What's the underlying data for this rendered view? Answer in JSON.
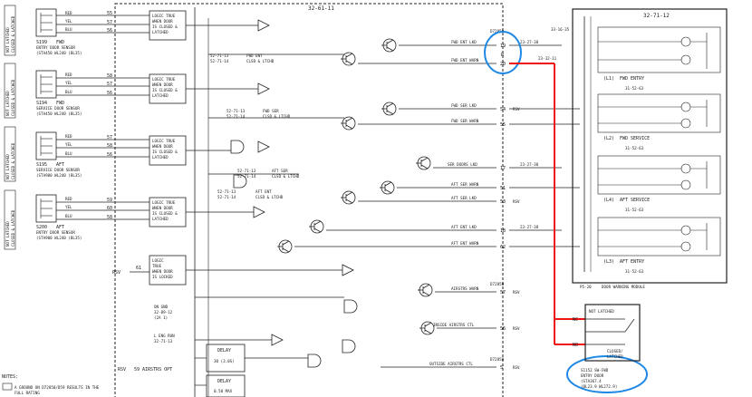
{
  "diagram": {
    "main_panel_ref": "32-61-11",
    "module_ref": "32-71-12",
    "module_title": "DOOR WARNING MODULE",
    "module_conn": "P5-20",
    "ref_33_16_35": "33-16-35",
    "sensor_states": [
      "NOT LATCHED",
      "CLOSED & LATCHED"
    ],
    "wire_colors": [
      "RED",
      "YEL",
      "BLU"
    ],
    "sensors": [
      {
        "id": "S199",
        "name": "FWD",
        "desc1": "ENTRY DOOR SENSOR",
        "desc2": "(STA450 WL240 (BL35)",
        "pins": [
          "55",
          "57",
          "56"
        ]
      },
      {
        "id": "S194",
        "name": "FWD",
        "desc1": "SERVICE DOOR SENSOR",
        "desc2": "(STA450 WL240 (BL35)",
        "pins": [
          "58",
          "57",
          "56"
        ]
      },
      {
        "id": "S195",
        "name": "AFT",
        "desc1": "SERVICE DOOR SENSOR",
        "desc2": "(STA900 WL240 (BL35)",
        "pins": [
          "57",
          "58",
          "56"
        ]
      },
      {
        "id": "S200",
        "name": "AFT",
        "desc1": "ENTRY DOOR SENSOR",
        "desc2": "(STA900 WL240 (BL35)",
        "pins": [
          "59",
          "60",
          "58"
        ]
      }
    ],
    "logic": {
      "true_when": [
        "LOGIC TRUE",
        "WHEN DOOR",
        "IS CLOSED &",
        "LATCHED"
      ],
      "true_locked": [
        "LOGIC",
        "TRUE",
        "WHEN DOOR",
        "IS LOCKED"
      ]
    },
    "ref_tags": [
      {
        "refs": [
          "52-71-13",
          "52-71-14"
        ],
        "label": "FWD ENT",
        "label2": "CLSD & LTCHD"
      },
      {
        "refs": [
          "52-71-13",
          "52-71-14"
        ],
        "label": "FWD SER",
        "label2": "CLSD & LTCHD"
      },
      {
        "refs": [
          "52-71-13",
          "52-71-14"
        ],
        "label": "AFT SER",
        "label2": "CLSD & LTCHD"
      },
      {
        "refs": [
          "52-71-13",
          "52-71-14"
        ],
        "label": "AFT ENT",
        "label2": "CLSD & LTCHD"
      }
    ],
    "outputs": [
      {
        "label": "FWD ENT LKD",
        "pin": "19",
        "ref": "23-27-38"
      },
      {
        "label": "FWD ENT WARN",
        "pin": "20",
        "ref": "23-32-11"
      },
      {
        "label": "FWD SER LKD",
        "pin": "54",
        "ref": "RSV"
      },
      {
        "label": "FWD SER WARN",
        "pin": "55",
        "ref": ""
      },
      {
        "label": "SER DOORS LKD",
        "pin": "17",
        "ref": "23-27-38"
      },
      {
        "label": "AFT SER WARN",
        "pin": "51",
        "ref": ""
      },
      {
        "label": "AFT SER LKD",
        "pin": "53",
        "ref": "RSV"
      },
      {
        "label": "AFT ENT LKD",
        "pin": "18",
        "ref": "23-27-38"
      },
      {
        "label": "AFT ENT WARN",
        "pin": "62",
        "ref": ""
      },
      {
        "label": "AIRSTRS WARN",
        "pin": "57",
        "ref": "RSV"
      },
      {
        "label": "INSIDE AIRSTRS CTL",
        "pin": "56",
        "ref": "RSV"
      },
      {
        "label": "OUTSIDE AIRSTRS CTL",
        "pin": "5",
        "ref": "RSV"
      }
    ],
    "connector_upper": "D72850",
    "connector_r": "R",
    "misc_inputs": [
      {
        "label": "RSV",
        "pin": "61"
      },
      {
        "label": "ON GND",
        "ref": "32-09-12",
        "pin": "(2A 1)"
      },
      {
        "label": "L ENG RUN",
        "ref": "32-71-13",
        "pin": ""
      },
      {
        "label": "RSV",
        "pin": "59 AIRSTRS OPT"
      }
    ],
    "delays": [
      {
        "title": "DELAY",
        "value": "30 (3.0S)"
      },
      {
        "title": "DELAY",
        "value": "0.50 MAX"
      }
    ],
    "module_channels": [
      {
        "name": "FWD ENTRY",
        "code": "(L1)",
        "ref": "31-52-63"
      },
      {
        "name": "FWD SERVICE",
        "code": "(L2)",
        "ref": "31-52-63"
      },
      {
        "name": "AFT SERVICE",
        "code": "(L4)",
        "ref": "31-52-63"
      },
      {
        "name": "AFT ENTRY",
        "code": "(L3)",
        "ref": "31-52-63"
      }
    ],
    "bottom_switch": {
      "state1": "NOT LATCHED",
      "state2": "CLOSED/",
      "state2b": "LATCHED",
      "nc": "NC",
      "no": "NO",
      "desc": [
        "S1152  SW-FWD",
        "ENTRY DOOR",
        "(STA367.4",
        "(BL23.9 WL272.9)"
      ]
    },
    "notes_title": "NOTES:",
    "note1": "A GROUND ON D72850/D59 RESULTS IN THE",
    "note1b": "FULL RATING"
  }
}
